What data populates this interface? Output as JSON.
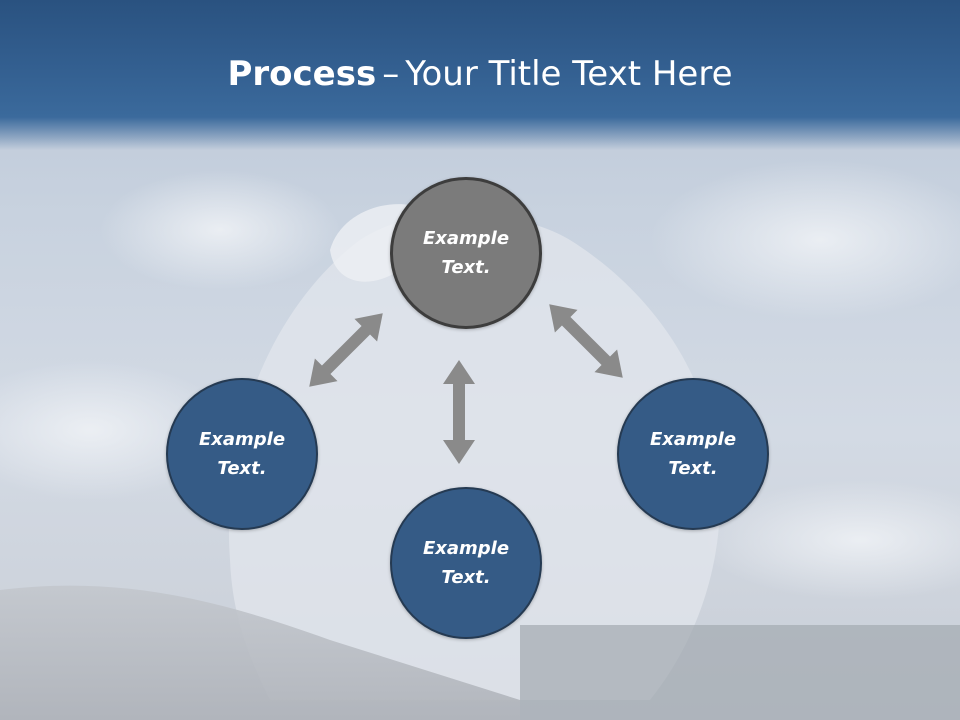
{
  "title": {
    "bold": "Process",
    "separator": "–",
    "rest": "Your Title Text Here"
  },
  "nodes": {
    "top": "Example Text.",
    "left": "Example Text.",
    "right": "Example Text.",
    "bottom": "Example Text."
  },
  "colors": {
    "title_bar": "#335f90",
    "node_fill": "#355b86",
    "center_node_fill": "#7b7b7b",
    "arrow": "#8a8a8a"
  }
}
